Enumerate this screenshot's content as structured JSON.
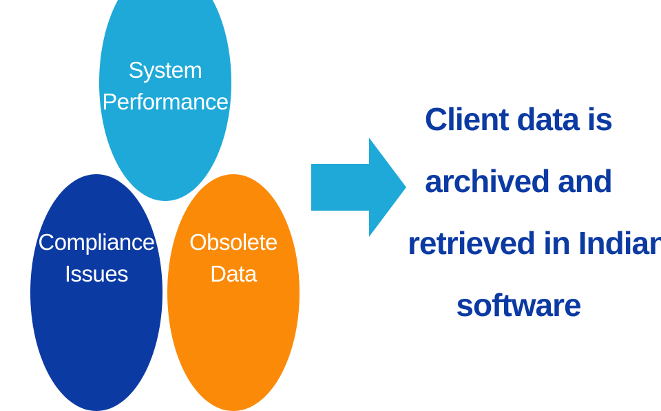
{
  "diagram": {
    "circles": [
      {
        "id": "system-performance",
        "lines": [
          "System",
          "Performance"
        ],
        "color": "#1ea9d8"
      },
      {
        "id": "compliance-issues",
        "lines": [
          "Compliance",
          "Issues"
        ],
        "color": "#0c3aa3"
      },
      {
        "id": "obsolete-data",
        "lines": [
          "Obsolete",
          "Data"
        ],
        "color": "#fb8a09"
      }
    ],
    "arrow": {
      "icon": "arrow-right-icon",
      "color": "#1ea9d8"
    },
    "message": {
      "lines": [
        "Client data is",
        "archived and",
        "retrieved in Indian",
        "software"
      ],
      "color": "#0c3aa3"
    }
  }
}
